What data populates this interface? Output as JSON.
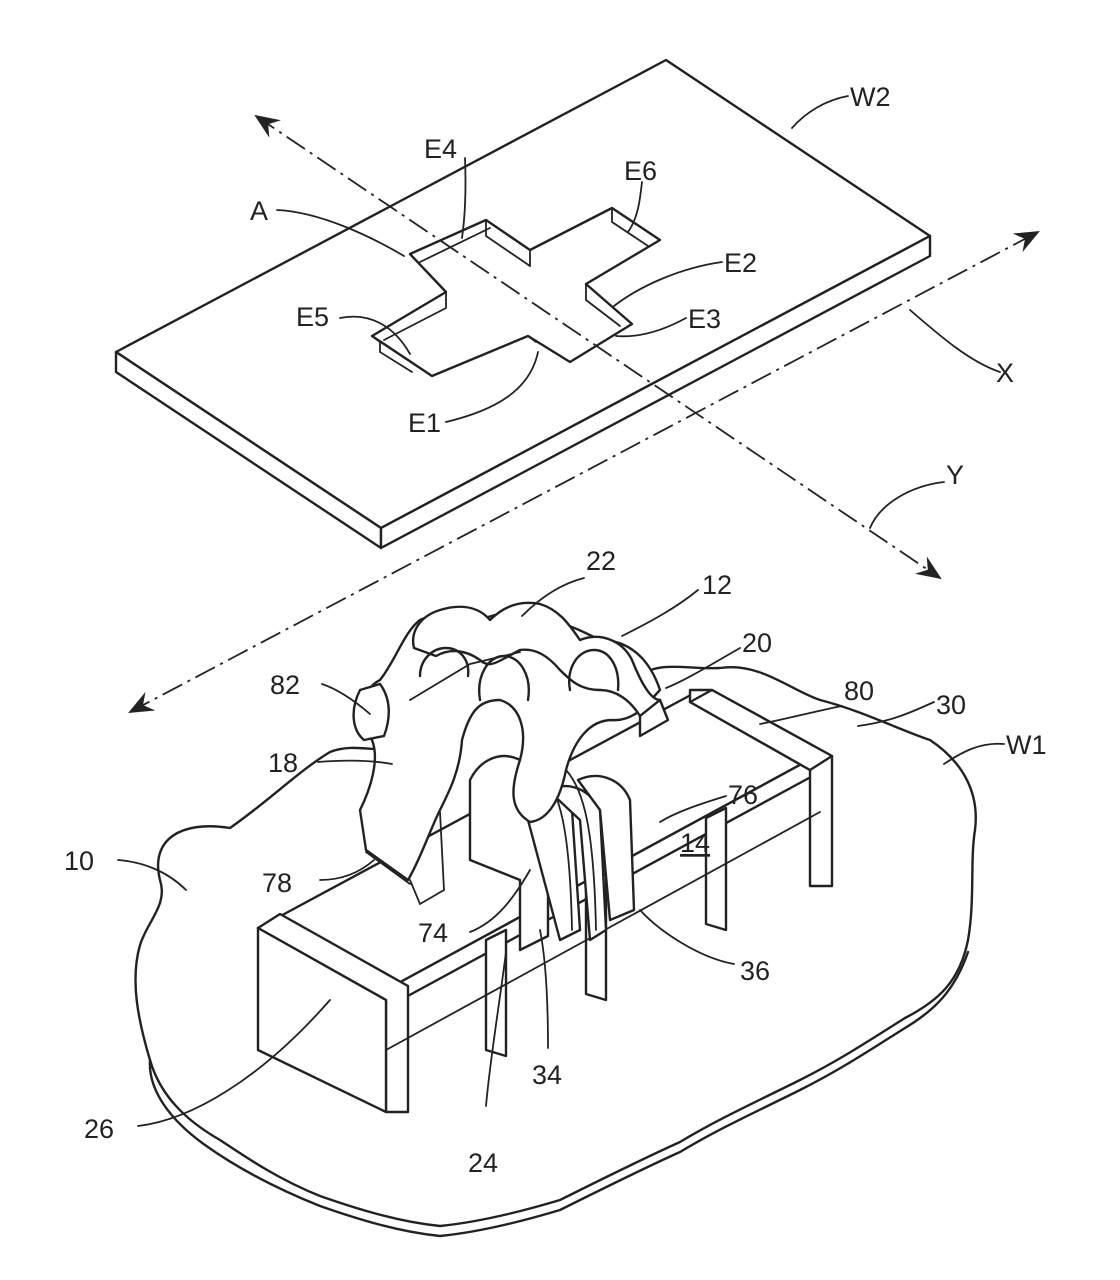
{
  "labels": {
    "W2": "W2",
    "E4": "E4",
    "E6": "E6",
    "A": "A",
    "E2": "E2",
    "E5": "E5",
    "E3": "E3",
    "X": "X",
    "E1": "E1",
    "Y": "Y",
    "n22": "22",
    "n12": "12",
    "n20": "20",
    "n82": "82",
    "n80": "80",
    "n30": "30",
    "W1": "W1",
    "n18": "18",
    "n76": "76",
    "n14": "14",
    "n10": "10",
    "n78": "78",
    "n74": "74",
    "n36": "36",
    "n34": "34",
    "n26": "26",
    "n24": "24"
  }
}
